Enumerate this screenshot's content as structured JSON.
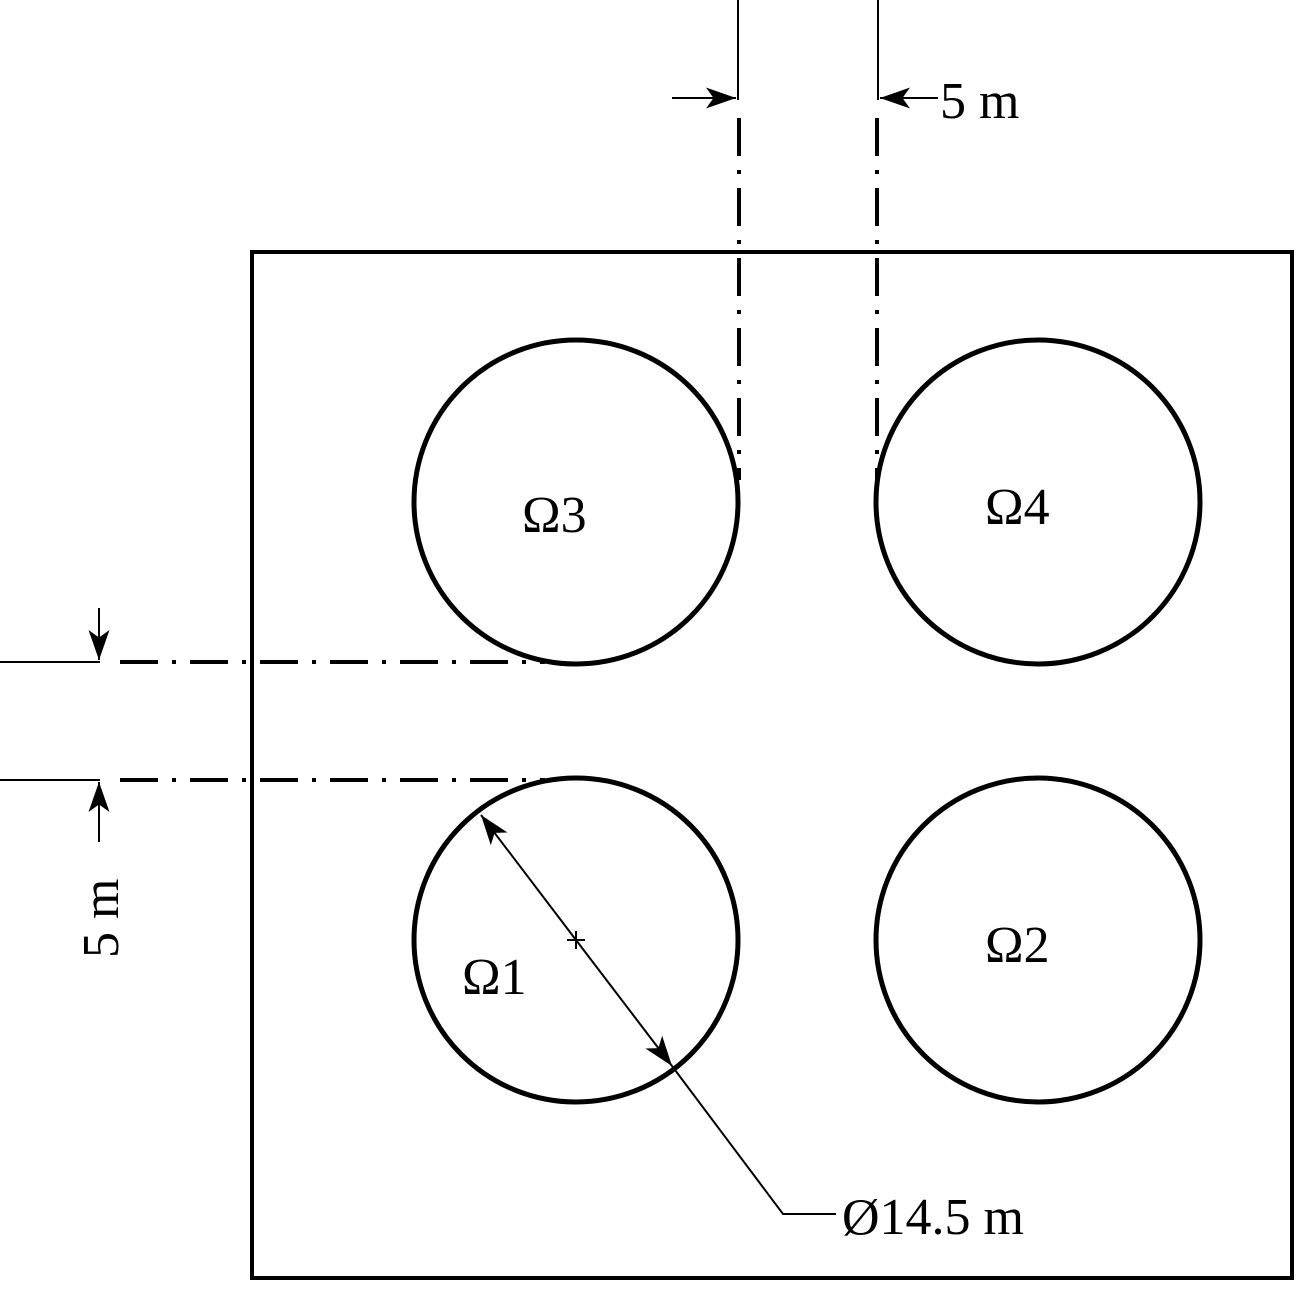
{
  "colors": {
    "ink": "#000000",
    "background": "#ffffff"
  },
  "regions": {
    "r1": "Ω1",
    "r2": "Ω2",
    "r3": "Ω3",
    "r4": "Ω4"
  },
  "dimensions": {
    "vertical_gap": "5 m",
    "horizontal_gap": "5 m",
    "diameter": "Ø14.5 m"
  }
}
